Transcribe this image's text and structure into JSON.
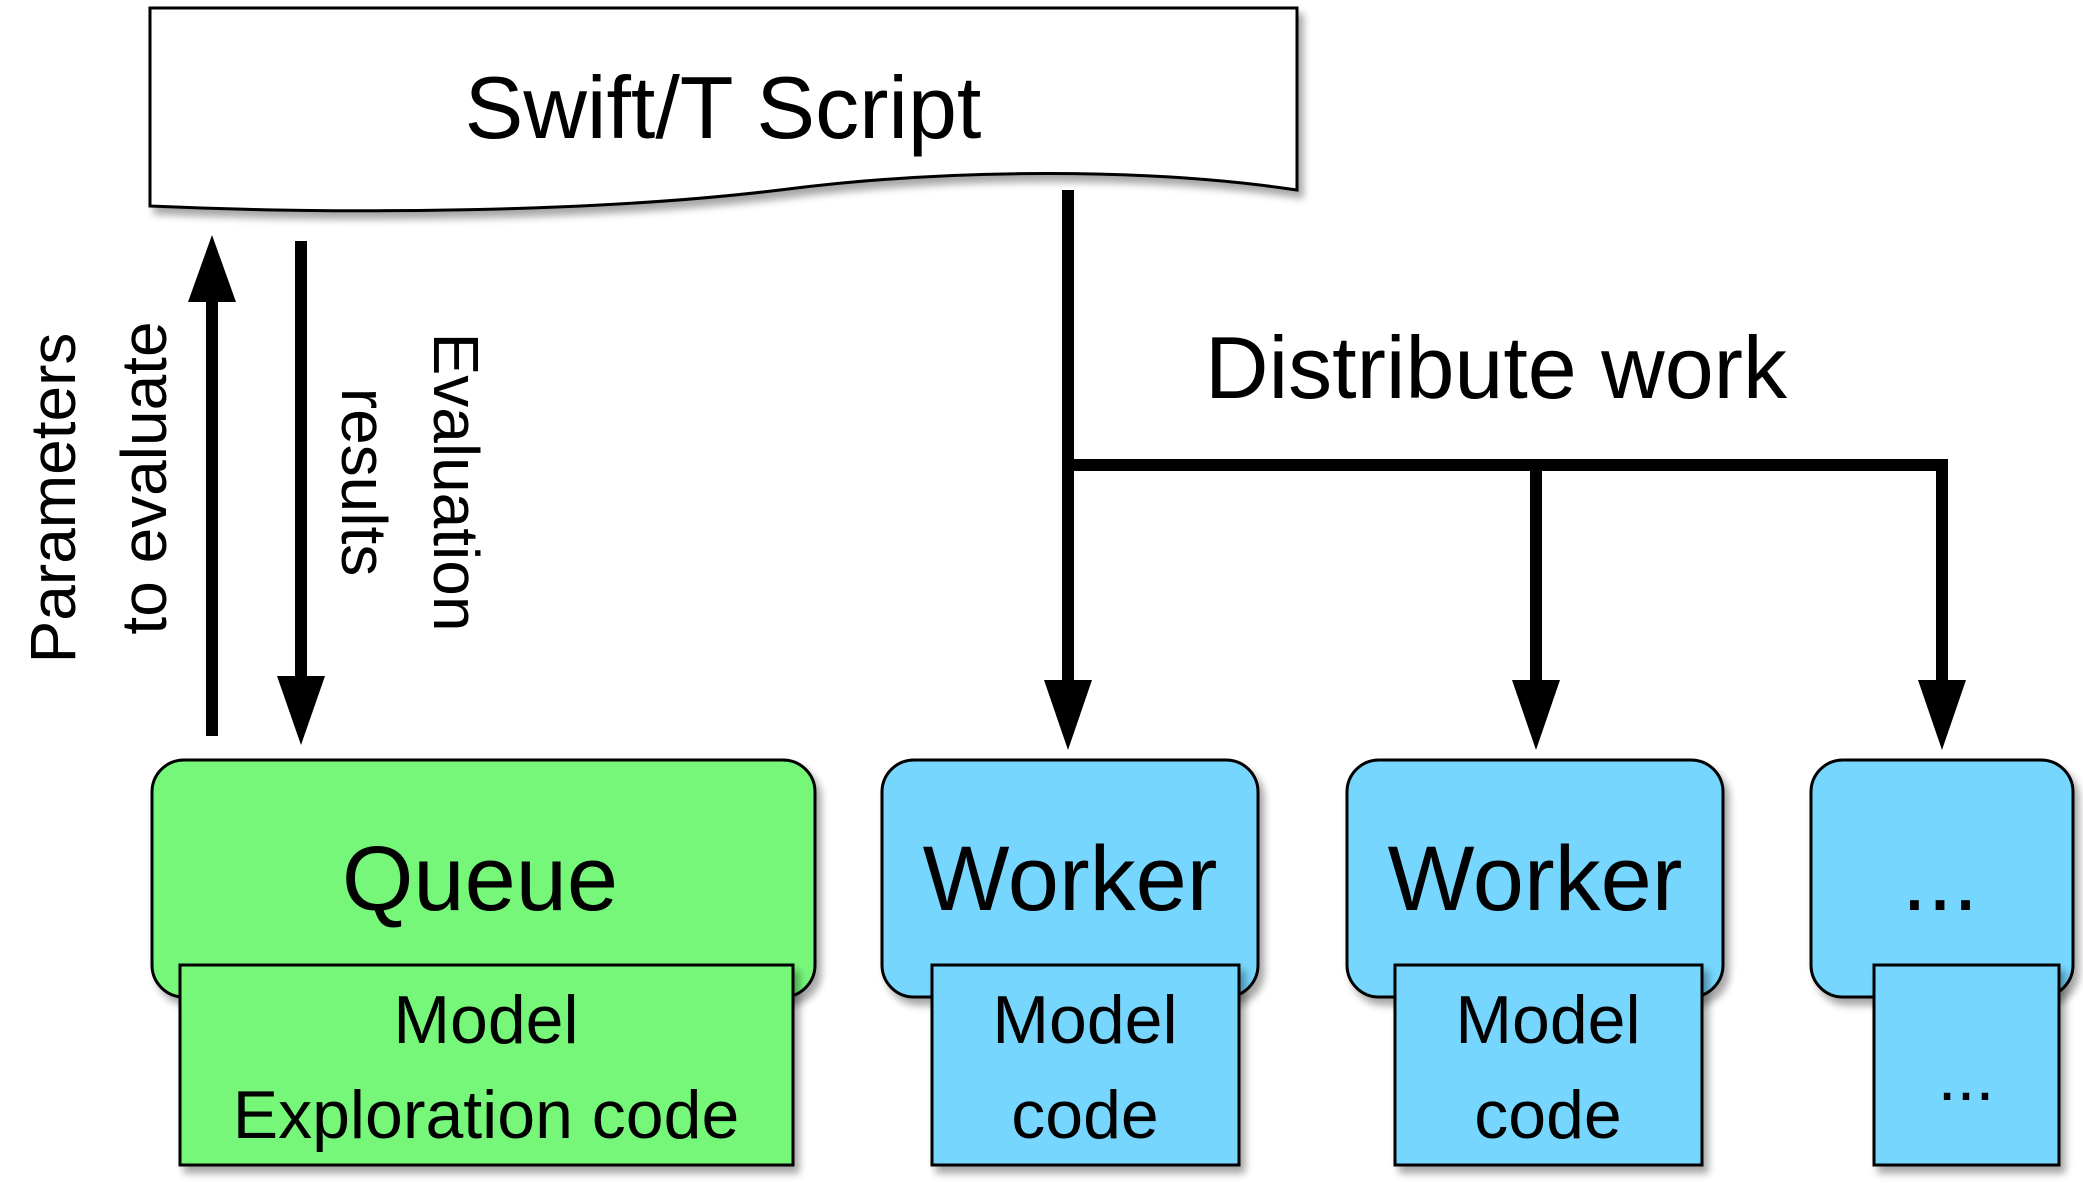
{
  "script_box": {
    "label": "Swift/T Script"
  },
  "labels": {
    "parameters_line1": "Parameters",
    "parameters_line2": "to evaluate",
    "evaluation_line1": "Evaluation",
    "evaluation_line2": "results",
    "distribute": "Distribute work"
  },
  "queue": {
    "label": "Queue",
    "sub_line1": "Model",
    "sub_line2": "Exploration code"
  },
  "workers": [
    {
      "label": "Worker",
      "sub_line1": "Model",
      "sub_line2": "code"
    },
    {
      "label": "Worker",
      "sub_line1": "Model",
      "sub_line2": "code"
    },
    {
      "label": "...",
      "sub_line1": "",
      "sub_line2": "..."
    }
  ],
  "colors": {
    "queue_fill": "#76f77a",
    "worker_fill": "#76d6fd",
    "stroke": "#000000",
    "script_fill": "#ffffff"
  }
}
